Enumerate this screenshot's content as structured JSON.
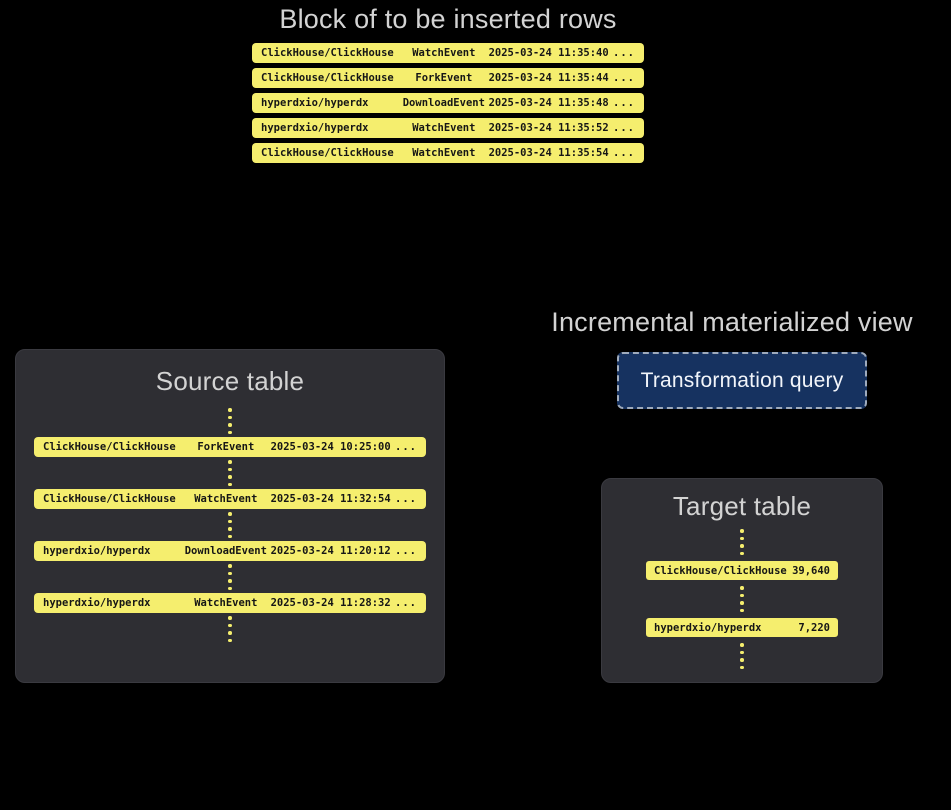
{
  "colors": {
    "background": "#000000",
    "row_yellow": "#f5ee6e",
    "row_text": "#161616",
    "panel_bg": "#2e2e33",
    "panel_border": "#3a3a40",
    "title_gray": "#d3d3d3",
    "button_bg": "#163260",
    "button_border": "#9fabbd",
    "button_text": "#f2f5fa"
  },
  "insert_block": {
    "title": "Block of to be inserted rows",
    "rows": [
      {
        "repo": "ClickHouse/ClickHouse",
        "event": "WatchEvent",
        "time": "2025-03-24 11:35:40",
        "more": "..."
      },
      {
        "repo": "ClickHouse/ClickHouse",
        "event": "ForkEvent",
        "time": "2025-03-24 11:35:44",
        "more": "..."
      },
      {
        "repo": "hyperdxio/hyperdx",
        "event": "DownloadEvent",
        "time": "2025-03-24 11:35:48",
        "more": "..."
      },
      {
        "repo": "hyperdxio/hyperdx",
        "event": "WatchEvent",
        "time": "2025-03-24 11:35:52",
        "more": "..."
      },
      {
        "repo": "ClickHouse/ClickHouse",
        "event": "WatchEvent",
        "time": "2025-03-24 11:35:54",
        "more": "..."
      }
    ]
  },
  "source_table": {
    "title": "Source table",
    "rows": [
      {
        "repo": "ClickHouse/ClickHouse",
        "event": "ForkEvent",
        "time": "2025-03-24 10:25:00",
        "more": "..."
      },
      {
        "repo": "ClickHouse/ClickHouse",
        "event": "WatchEvent",
        "time": "2025-03-24 11:32:54",
        "more": "..."
      },
      {
        "repo": "hyperdxio/hyperdx",
        "event": "DownloadEvent",
        "time": "2025-03-24 11:20:12",
        "more": "..."
      },
      {
        "repo": "hyperdxio/hyperdx",
        "event": "WatchEvent",
        "time": "2025-03-24 11:28:32",
        "more": "..."
      }
    ]
  },
  "materialized_view": {
    "title": "Incremental materialized view",
    "query_label": "Transformation query"
  },
  "target_table": {
    "title": "Target table",
    "rows": [
      {
        "repo": "ClickHouse/ClickHouse",
        "count": "39,640"
      },
      {
        "repo": "hyperdxio/hyperdx",
        "count": "7,220"
      }
    ]
  }
}
